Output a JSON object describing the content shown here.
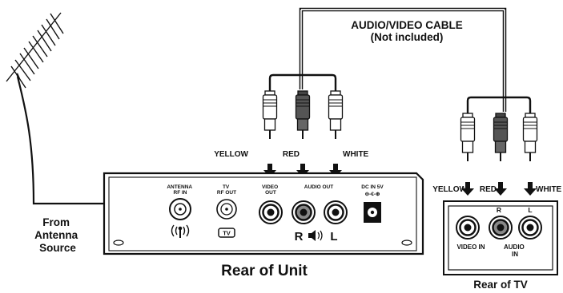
{
  "cable": {
    "title": "AUDIO/VIDEO CABLE",
    "note": "(Not included)"
  },
  "antenna_source": [
    "From",
    "Antenna",
    "Source"
  ],
  "unit": {
    "caption": "Rear of Unit",
    "ports": {
      "antenna_rf_in": [
        "ANTENNA",
        "RF IN"
      ],
      "tv_rf_out": [
        "TV",
        "RF OUT"
      ],
      "tv_badge": "TV",
      "video_out": [
        "VIDEO",
        "OUT"
      ],
      "audio_out": "AUDIO OUT",
      "dc_in": "DC IN 5V",
      "polarity": "⊖-€-⊕",
      "right": "R",
      "left": "L"
    },
    "plug_colors": {
      "yellow": "YELLOW",
      "red": "RED",
      "white": "WHITE"
    }
  },
  "tv": {
    "caption": "Rear of TV",
    "plug_colors": {
      "yellow": "YELLOW",
      "red": "RED",
      "white": "WHITE"
    },
    "ports": {
      "right": "R",
      "left": "L",
      "video_in": "VIDEO IN",
      "audio_in": [
        "AUDIO",
        "IN"
      ]
    }
  },
  "icons": [
    "antenna-icon",
    "wireless-signal-icon",
    "speaker-icon",
    "arrow-icon"
  ]
}
